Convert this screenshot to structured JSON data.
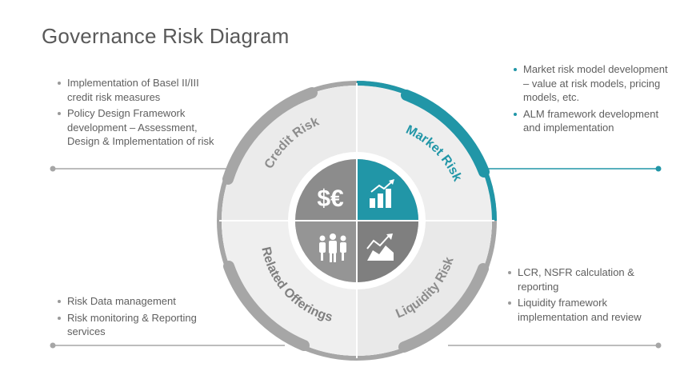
{
  "title": "Governance Risk Diagram",
  "colors": {
    "accent": "#2196a7",
    "gray_ring": "#a6a6a6",
    "quadrant_light": "#ebebeb",
    "center_gray": "#8c8c8c",
    "text": "#5f5f5f"
  },
  "quadrants": {
    "credit_risk": {
      "label": "Credit Risk",
      "icon": "currency-icon",
      "icon_text": "$€",
      "bullets": [
        "Implementation  of Basel II/III credit risk measures",
        "Policy Design Framework development – Assessment, Design & Implementation  of risk"
      ]
    },
    "market_risk": {
      "label": "Market Risk",
      "icon": "bar-chart-icon",
      "bullets": [
        "Market risk model development – value at risk models, pricing models,  etc.",
        "ALM framework development  and implementation"
      ]
    },
    "related_offerings": {
      "label": "Related Offerings",
      "icon": "people-icon",
      "bullets": [
        "Risk Data management",
        "Risk monitoring & Reporting services"
      ]
    },
    "liquidity_risk": {
      "label": "Liquidity Risk",
      "icon": "trend-chart-icon",
      "bullets": [
        "LCR, NSFR calculation & reporting",
        "Liquidity framework implementation  and review"
      ]
    }
  }
}
